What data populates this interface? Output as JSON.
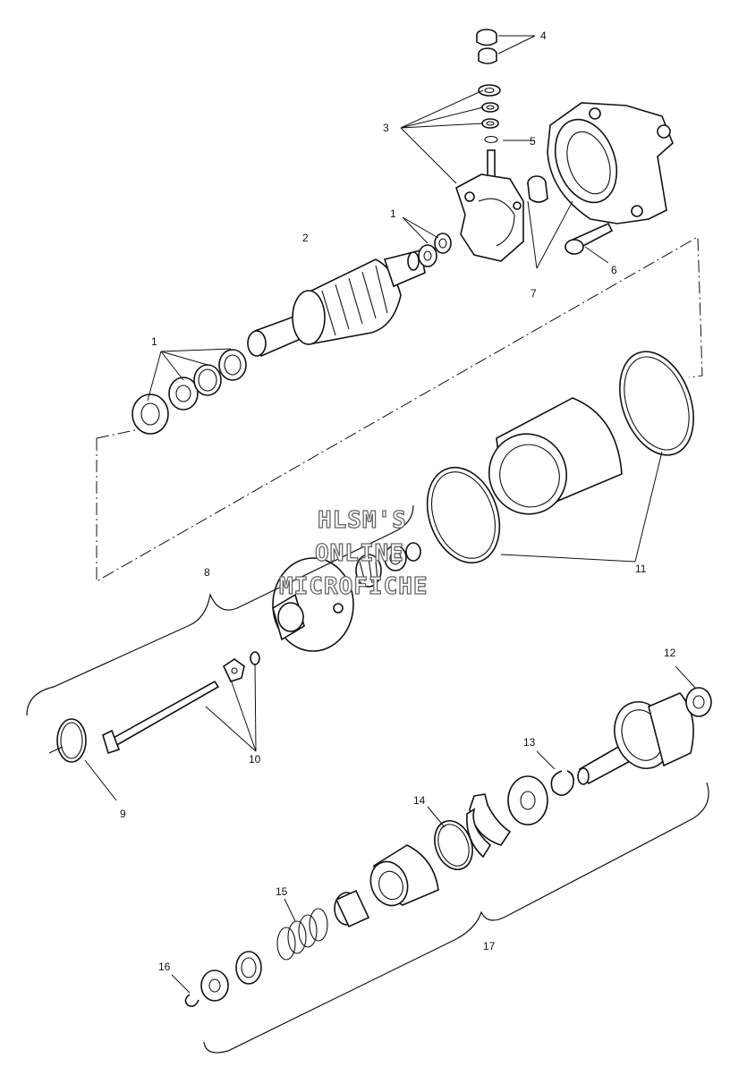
{
  "watermark": {
    "line1": "HLSM'S",
    "line2": "ONLINE",
    "line3": "MICROFICHE"
  },
  "callouts": {
    "c1a": "1",
    "c1b": "1",
    "c2": "2",
    "c3": "3",
    "c4": "4",
    "c5": "5",
    "c6": "6",
    "c7": "7",
    "c8": "8",
    "c9": "9",
    "c10": "10",
    "c11": "11",
    "c12": "12",
    "c13": "13",
    "c14": "14",
    "c15": "15",
    "c16": "16",
    "c17": "17"
  },
  "icons": {
    "nut": "hex-nut-icon",
    "washer": "washer-icon",
    "bolt": "bolt-icon"
  }
}
